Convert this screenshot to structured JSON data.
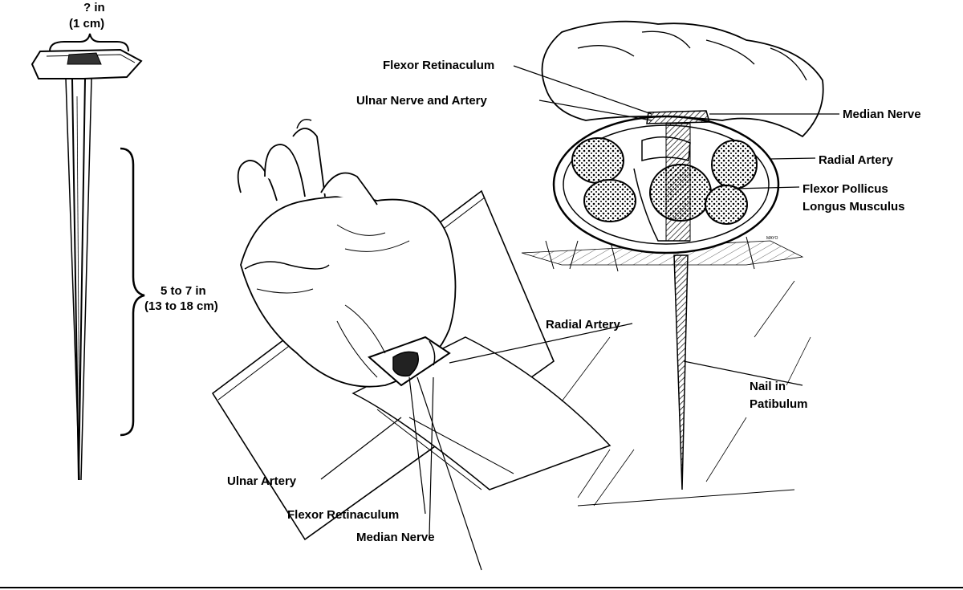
{
  "nail": {
    "head_width_inch": "? in",
    "head_width_cm": "(1 cm)",
    "length_inch": "5 to 7 in",
    "length_cm": "(13 to 18 cm)"
  },
  "labels": {
    "flexor_retinaculum_top": "Flexor Retinaculum",
    "ulnar_nerve_artery": "Ulnar Nerve and Artery",
    "median_nerve_top": "Median Nerve",
    "radial_artery_top": "Radial Artery",
    "flexor_pollicus_1": "Flexor Pollicus",
    "flexor_pollicus_2": "Longus Musculus",
    "radial_artery_mid": "Radial Artery",
    "nail_in_1": "Nail in",
    "nail_in_2": "Patibulum",
    "ulnar_artery": "Ulnar Artery",
    "flexor_retinaculum_bottom": "Flexor Retinaculum",
    "median_nerve_bottom": "Median Nerve"
  },
  "signature": "MAYO"
}
